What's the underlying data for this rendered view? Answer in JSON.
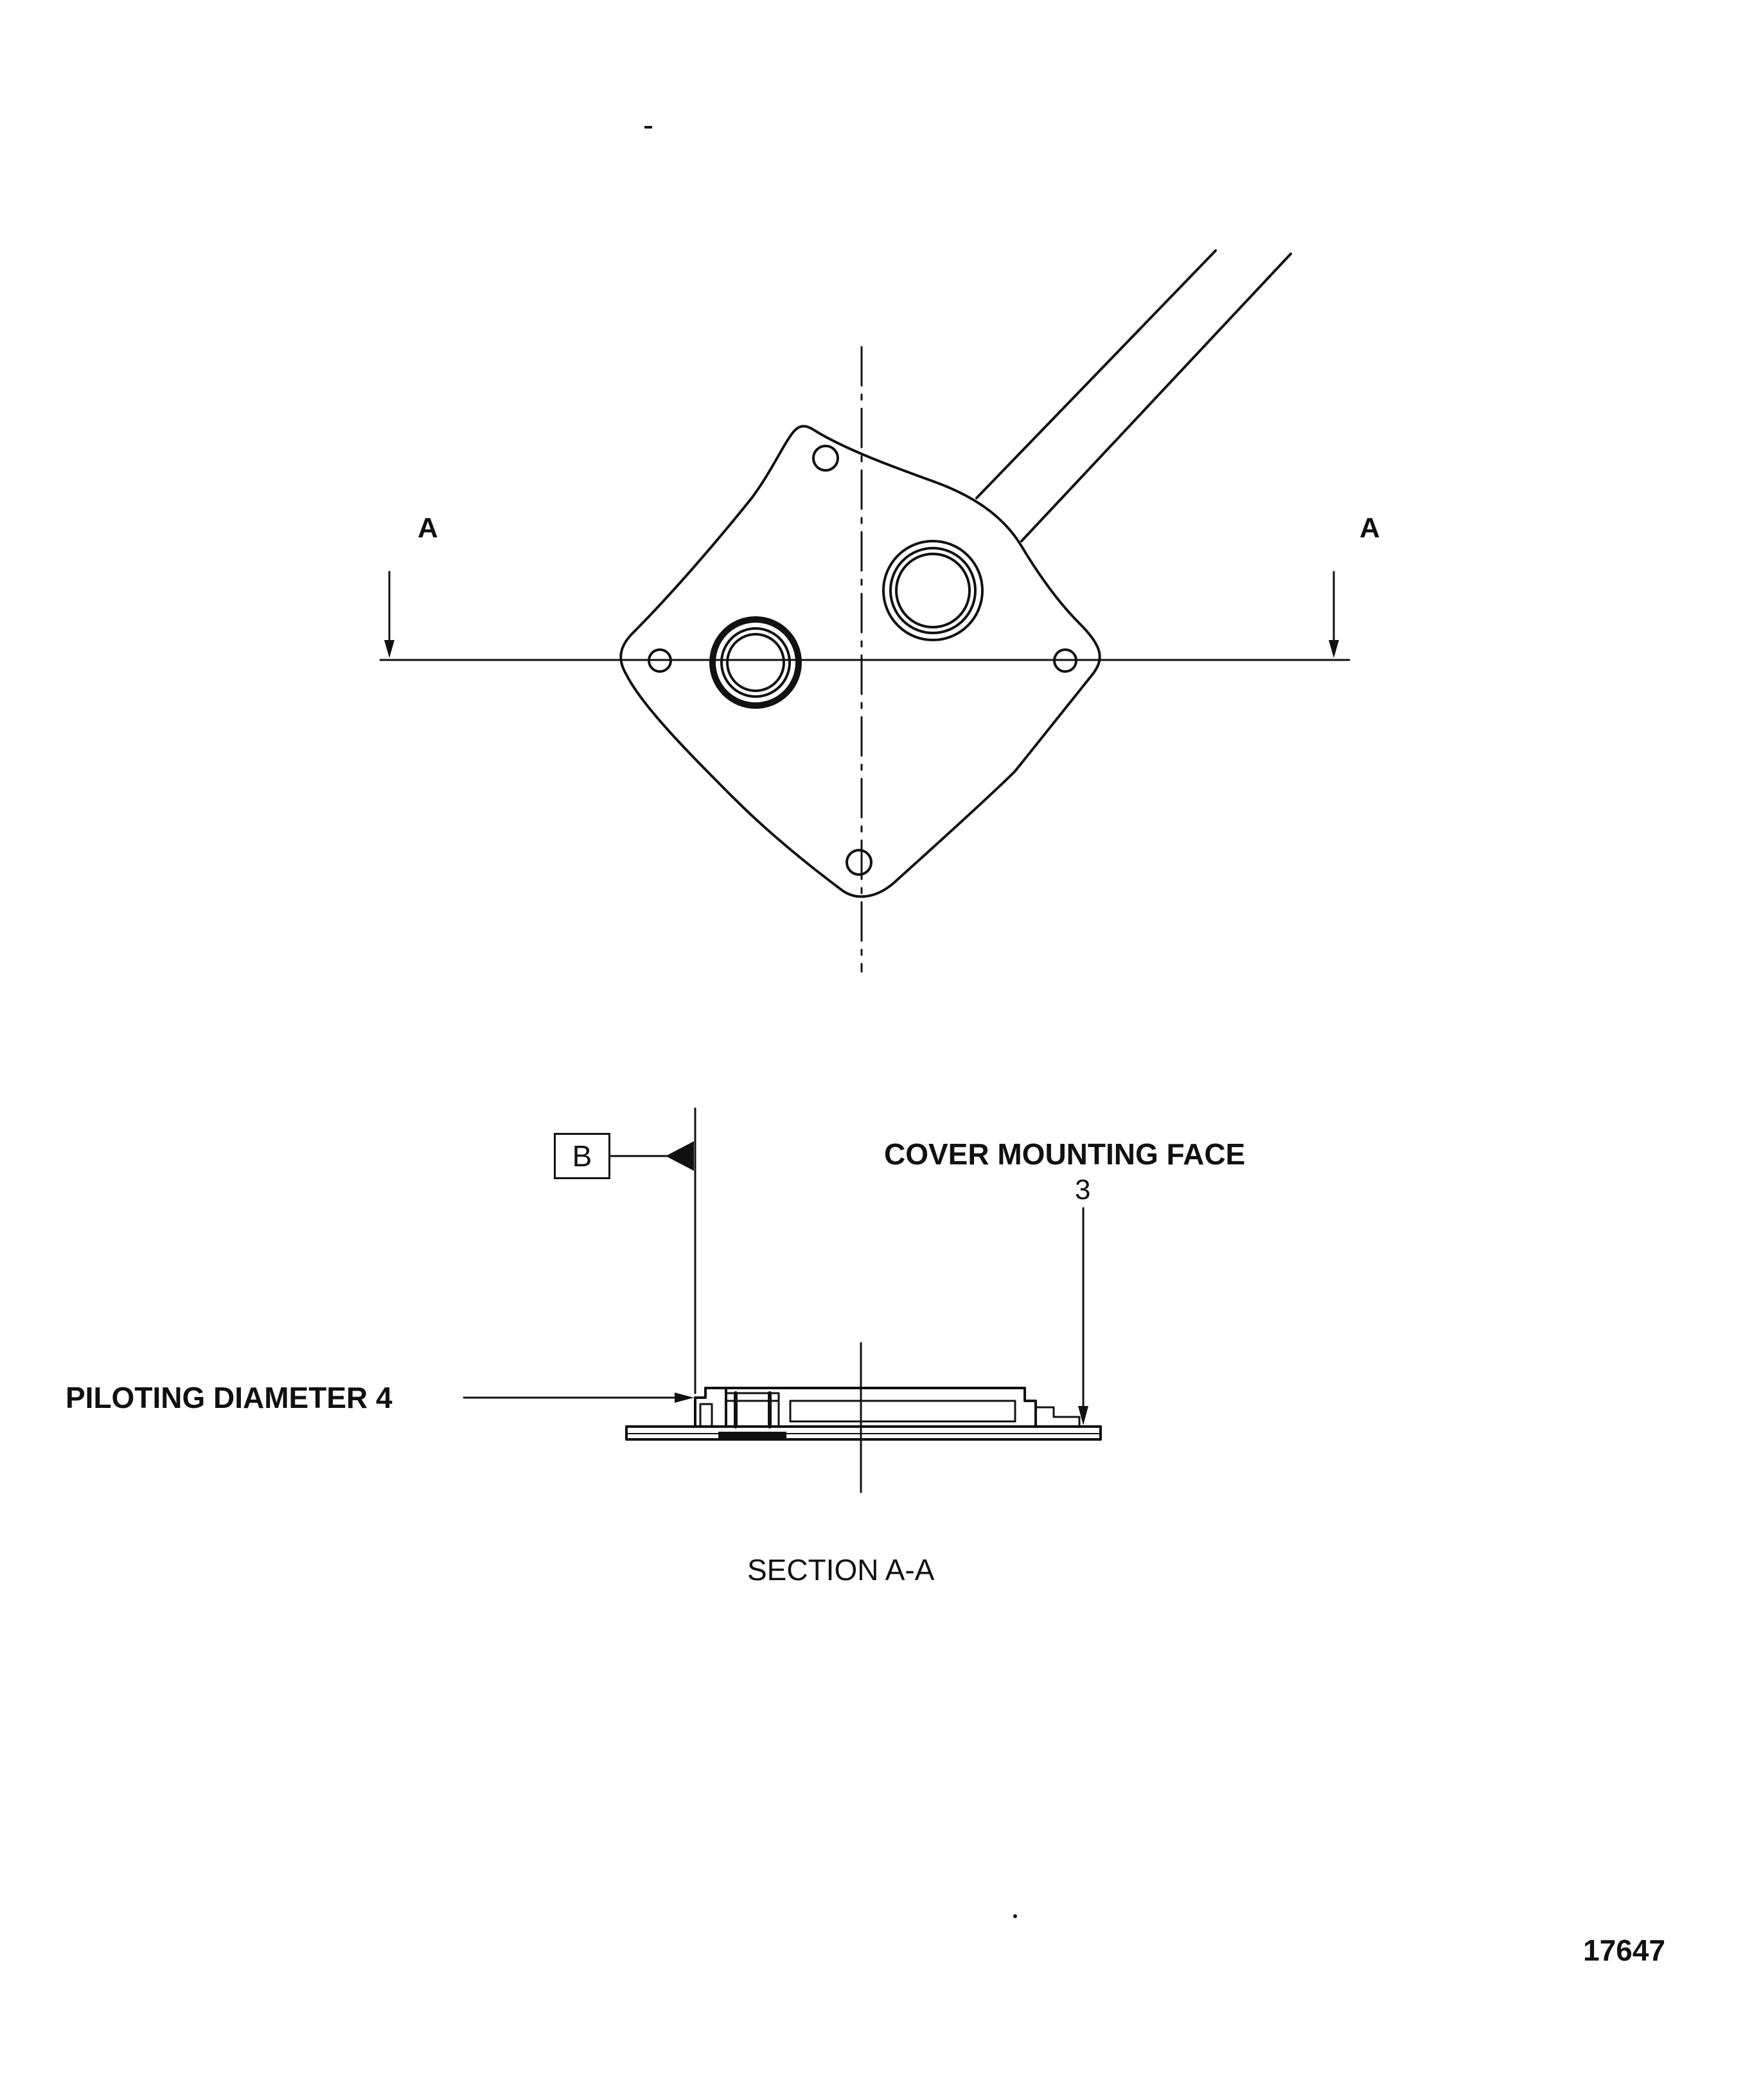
{
  "figure": {
    "top_view": {
      "section_marker_left": "A",
      "section_marker_right": "A"
    },
    "section_view": {
      "datum_label": "B",
      "cover_mounting_face_label": "COVER MOUNTING FACE",
      "cover_mounting_face_number": "3",
      "piloting_diameter_label": "PILOTING DIAMETER 4",
      "caption": "SECTION A-A"
    },
    "drawing_number": "17647"
  }
}
